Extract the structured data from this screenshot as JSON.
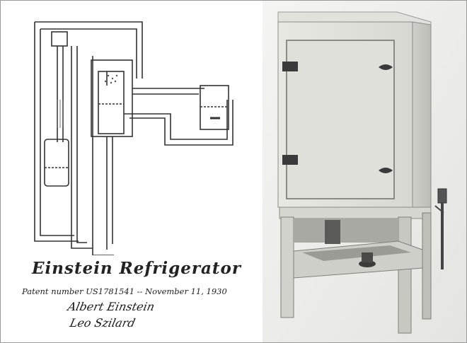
{
  "caption": {
    "title": "Einstein Refrigerator",
    "patent_line": "Patent number US1781541 -- November 11, 1930"
  },
  "signatures": {
    "first": "Albert Einstein",
    "second": "Leo Szilard"
  },
  "colors": {
    "ink": "#222222",
    "photo_background": "#efefef",
    "cabinet": "#dcdcd6",
    "hardware": "#3a3a3a"
  },
  "icons": {
    "diagram": "patent-diagram",
    "photo": "refrigerator-photo"
  }
}
